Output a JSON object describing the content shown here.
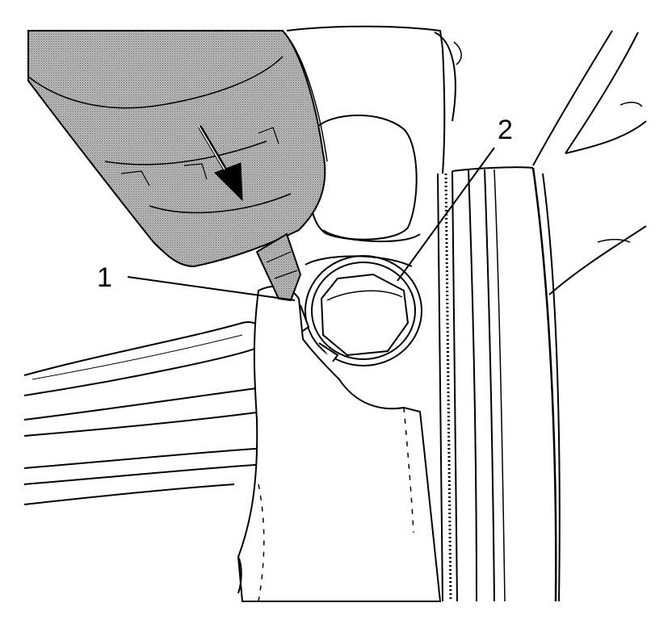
{
  "callouts": [
    {
      "id": "1",
      "label": "1"
    },
    {
      "id": "2",
      "label": "2"
    }
  ],
  "colors": {
    "line": "#000000",
    "background": "#ffffff",
    "tool_shade": "#a9a9a9"
  }
}
